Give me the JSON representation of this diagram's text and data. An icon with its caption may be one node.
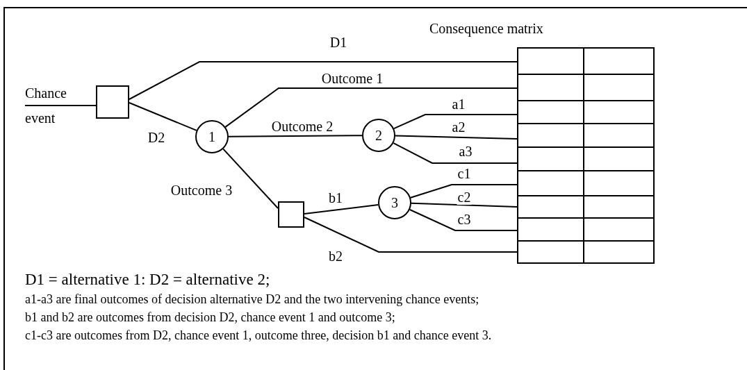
{
  "diagram": {
    "nodes": [
      {
        "text": [
          "Chance event"
        ]
      },
      {
        "text": [],
        "shape": "box"
      },
      {
        "text": [
          "1"
        ]
      },
      {
        "text": [
          "2"
        ]
      },
      {
        "text": [],
        "shape": "box"
      },
      {
        "text": [
          "3"
        ]
      },
      {
        "text": [
          "Consequence matrix"
        ]
      }
    ],
    "edges": [
      {
        "from": 0,
        "to": 1,
        "arrow": "none"
      },
      {
        "from": 1,
        "to": 6,
        "arrow": "none",
        "label": "D1"
      },
      {
        "from": 1,
        "to": 2,
        "arrow": "none",
        "label": "D2"
      },
      {
        "from": 2,
        "to": 6,
        "arrow": "none",
        "label": "Outcome 1"
      },
      {
        "from": 2,
        "to": 3,
        "arrow": "none",
        "label": "Outcome 2"
      },
      {
        "from": 2,
        "to": 4,
        "arrow": "none",
        "label": "Outcome 3"
      },
      {
        "from": 3,
        "to": 6,
        "arrow": "none",
        "label": "a1"
      },
      {
        "from": 3,
        "to": 6,
        "arrow": "none",
        "label": "a2"
      },
      {
        "from": 3,
        "to": 6,
        "arrow": "none",
        "label": "a3"
      },
      {
        "from": 4,
        "to": 5,
        "arrow": "none",
        "label": "b1"
      },
      {
        "from": 4,
        "to": 6,
        "arrow": "none",
        "label": "b2"
      },
      {
        "from": 5,
        "to": 6,
        "arrow": "none",
        "label": "c1"
      },
      {
        "from": 5,
        "to": 6,
        "arrow": "none",
        "label": "c2"
      },
      {
        "from": 5,
        "to": 6,
        "arrow": "none",
        "label": "c3"
      }
    ],
    "labels": [
      "D1 = alternative 1:  D2 = alternative 2;",
      "a1-a3 are final outcomes of decision alternative D2 and the two intervening chance events;",
      "b1 and b2 are outcomes from decision D2, chance event 1 and outcome 3;",
      "c1-c3 are outcomes from D2, chance event 1, outcome three, decision b1 and chance event 3."
    ]
  }
}
